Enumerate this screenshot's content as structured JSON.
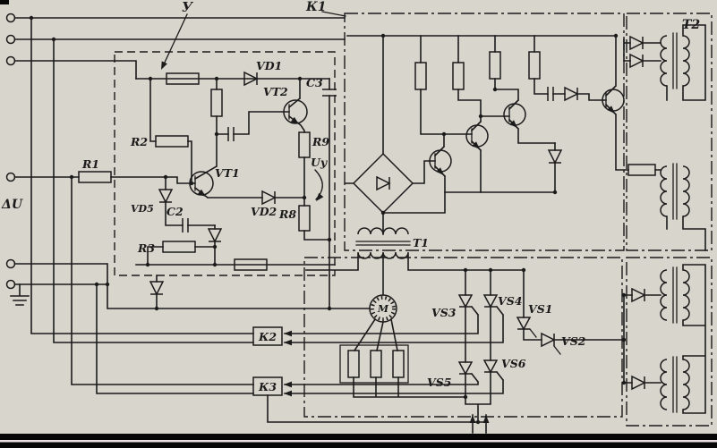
{
  "colors": {
    "paper": "#d8d5cc",
    "ink": "#1b1b1b"
  },
  "labels": {
    "amplifier_block": "У",
    "regulator_block": "К1",
    "transformer_t2": "Т2",
    "transformer_t1": "Т1",
    "input_delta_u": "ΔU",
    "control_voltage": "Uу",
    "r1": "R1",
    "r2": "R2",
    "r3": "R3",
    "r8": "R8",
    "r9": "R9",
    "c2": "С2",
    "c3": "С3",
    "vd1": "VD1",
    "vd2": "VD2",
    "vd5": "VD5",
    "vt1": "VT1",
    "vt2": "VT2",
    "vs1": "VS1",
    "vs2": "VS2",
    "vs3": "VS3",
    "vs4": "VS4",
    "vs5": "VS5",
    "vs6": "VS6",
    "relay_k2": "К2",
    "relay_k3": "К3",
    "motor": "М"
  }
}
